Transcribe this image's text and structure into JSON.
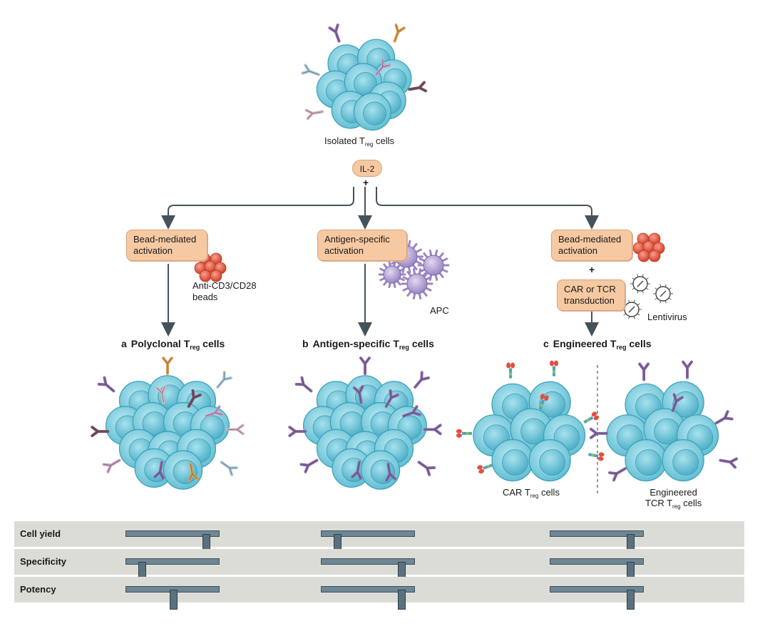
{
  "top": {
    "isolated_label": "Isolated T",
    "isolated_sub": "reg",
    "isolated_suffix": " cells",
    "il2": "IL-2",
    "plus": "+"
  },
  "branches": [
    {
      "box": "Bead-mediated\nactivation",
      "extra_label": "Anti-CD3/CD28\nbeads",
      "title_letter": "a",
      "title": "Polyclonal T",
      "title_sub": "reg",
      "title_suffix": " cells"
    },
    {
      "box": "Antigen-specific\nactivation",
      "extra_label": "APC",
      "title_letter": "b",
      "title": "Antigen-specific T",
      "title_sub": "reg",
      "title_suffix": " cells"
    },
    {
      "box": "Bead-mediated\nactivation",
      "box2": "CAR or TCR\ntransduction",
      "plus": "+",
      "extra_label": "Lentivirus",
      "title_letter": "c",
      "title": "Engineered T",
      "title_sub": "reg",
      "title_suffix": " cells",
      "sub_left": "CAR T",
      "sub_left_sub": "reg",
      "sub_left_suffix": " cells",
      "sub_right_line1": "Engineered",
      "sub_right_line2": "TCR T",
      "sub_right_sub": "reg",
      "sub_right_suffix": " cells"
    }
  ],
  "metrics": [
    {
      "label": "Cell yield",
      "levels": [
        0.85,
        0.17,
        0.85
      ]
    },
    {
      "label": "Specificity",
      "levels": [
        0.17,
        0.85,
        0.85
      ]
    },
    {
      "label": "Potency",
      "levels": [
        0.5,
        0.85,
        0.85
      ]
    }
  ],
  "colors": {
    "cell": "#7fd0e0",
    "cell_edge": "#3a9fb8",
    "bead": "#e8604a",
    "apc": "#b8a6d6",
    "arrow": "#44525a",
    "box": "#f6c9a2"
  }
}
